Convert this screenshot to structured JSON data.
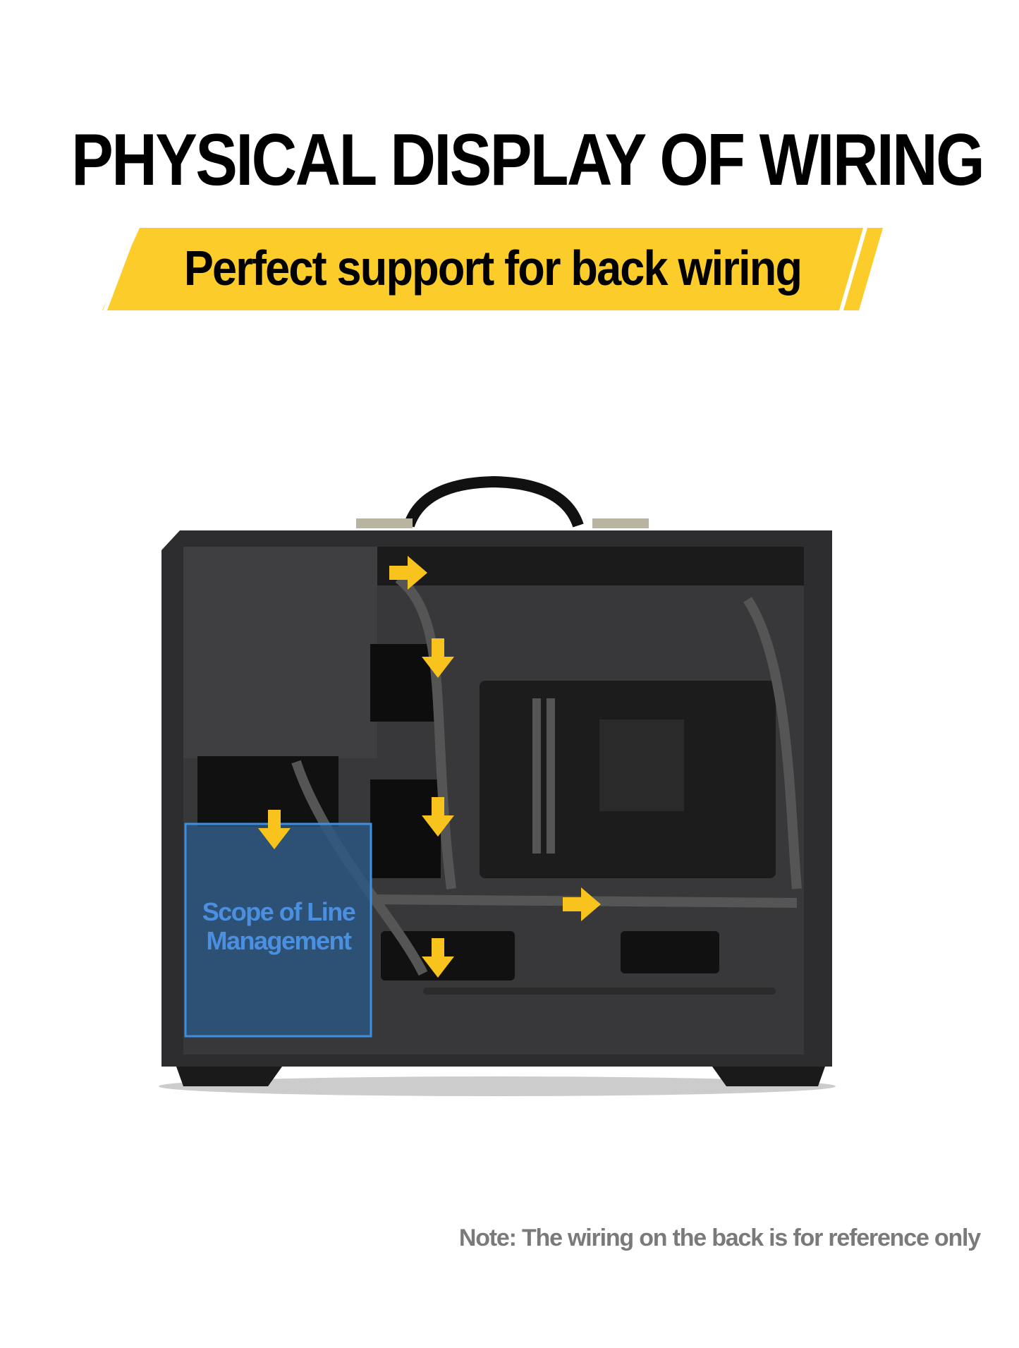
{
  "header": {
    "title": "PHYSICAL DISPLAY OF WIRING"
  },
  "banner": {
    "text": "Perfect support for back wiring",
    "color": "#fccd2a"
  },
  "image": {
    "subject": "pc-case-back-wiring",
    "overlay": {
      "label_line1": "Scope of Line",
      "label_line2": "Management",
      "color": "#4a8fe0"
    },
    "arrow_color": "#f7c31c"
  },
  "footer": {
    "note": "Note: The wiring on the back is for reference only"
  }
}
